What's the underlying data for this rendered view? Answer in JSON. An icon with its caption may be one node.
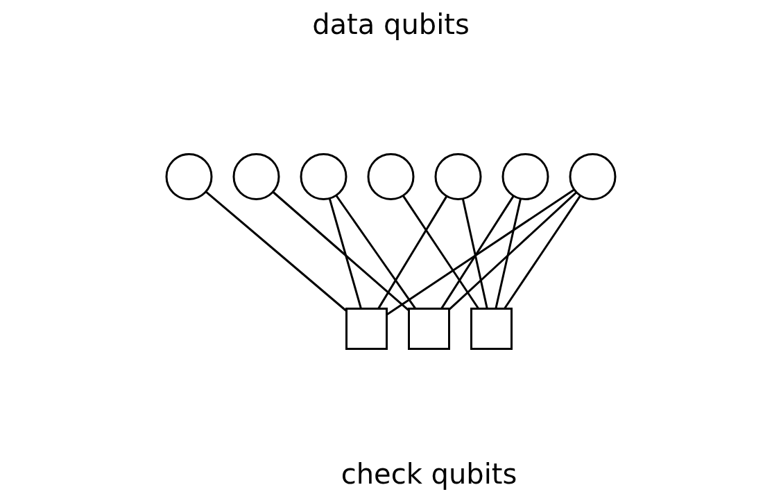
{
  "diagram": {
    "nodes": [
      {
        "text": [],
        "shape": "circle"
      },
      {
        "text": [],
        "shape": "circle"
      },
      {
        "text": [],
        "shape": "circle"
      },
      {
        "text": [],
        "shape": "circle"
      },
      {
        "text": [],
        "shape": "circle"
      },
      {
        "text": [],
        "shape": "circle"
      },
      {
        "text": [],
        "shape": "circle"
      },
      {
        "text": [],
        "shape": "box"
      },
      {
        "text": [],
        "shape": "box"
      },
      {
        "text": [],
        "shape": "box"
      }
    ],
    "edges": [
      {
        "from": 0,
        "to": 7,
        "arrow": "none"
      },
      {
        "from": 1,
        "to": 8,
        "arrow": "none"
      },
      {
        "from": 2,
        "to": 7,
        "arrow": "none"
      },
      {
        "from": 2,
        "to": 8,
        "arrow": "none"
      },
      {
        "from": 3,
        "to": 9,
        "arrow": "none"
      },
      {
        "from": 4,
        "to": 7,
        "arrow": "none"
      },
      {
        "from": 4,
        "to": 9,
        "arrow": "none"
      },
      {
        "from": 5,
        "to": 8,
        "arrow": "none"
      },
      {
        "from": 5,
        "to": 9,
        "arrow": "none"
      },
      {
        "from": 6,
        "to": 7,
        "arrow": "none"
      },
      {
        "from": 6,
        "to": 8,
        "arrow": "none"
      },
      {
        "from": 6,
        "to": 9,
        "arrow": "none"
      }
    ],
    "labels": [
      "data qubits",
      "check qubits"
    ]
  }
}
